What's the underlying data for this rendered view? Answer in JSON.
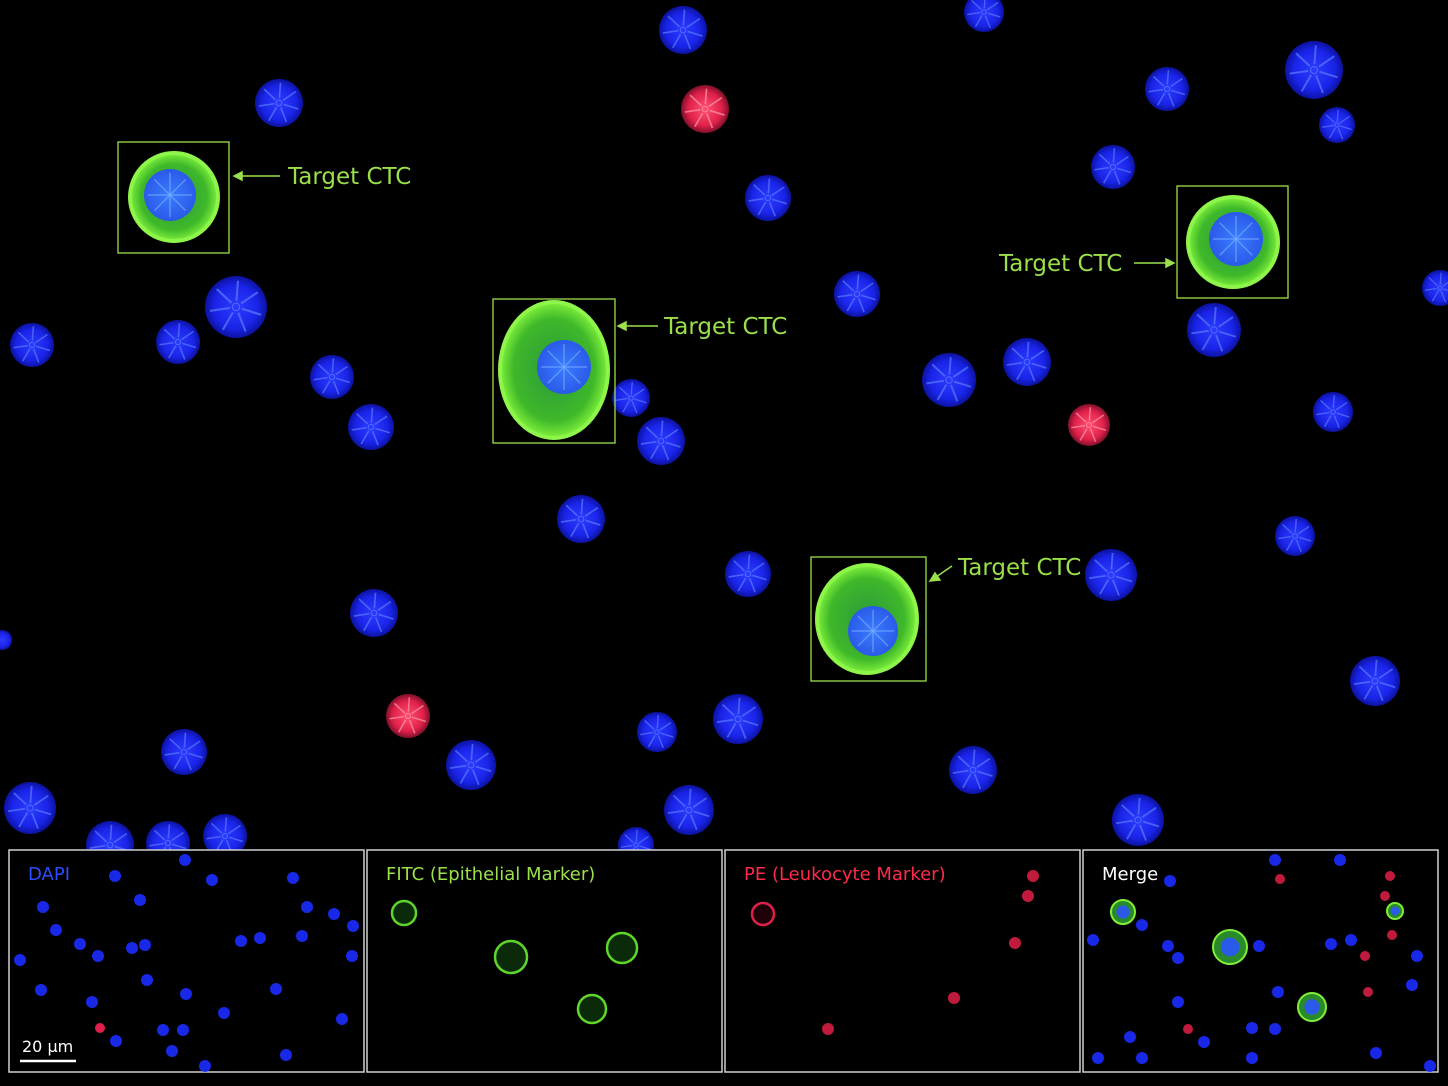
{
  "annotations": {
    "target_label": "Target CTC"
  },
  "panels": [
    {
      "title": "DAPI",
      "color": "#2a4dff"
    },
    {
      "title": "FITC (Epithelial Marker)",
      "color": "#9be04a"
    },
    {
      "title": "PE (Leukocyte Marker)",
      "color": "#ff2a4a"
    },
    {
      "title": "Merge",
      "color": "#ffffff"
    }
  ],
  "scale_bar": {
    "label": "20 µm"
  },
  "colors": {
    "dapi": "#1b2cff",
    "fitc": "#5fd62a",
    "pe": "#e0204a",
    "annotation": "#9be04a",
    "panel_border": "#d0d0d0"
  }
}
